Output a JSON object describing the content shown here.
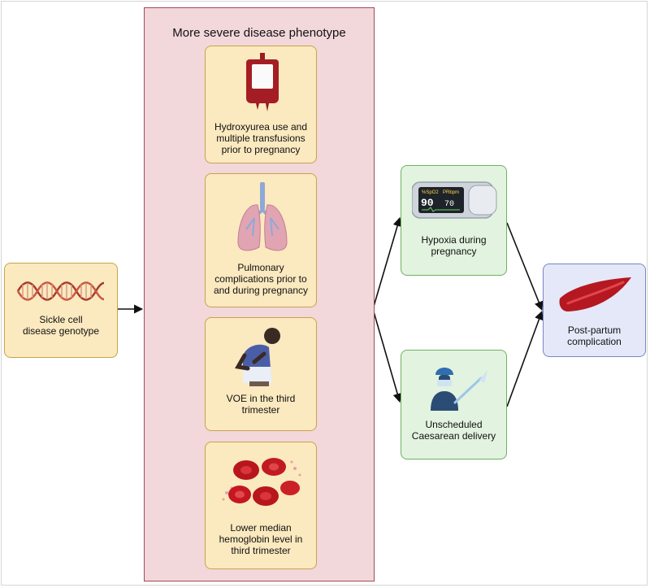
{
  "genotype": {
    "label": "Sickle cell\ndisease genotype"
  },
  "phenotype": {
    "title": "More severe disease phenotype",
    "items": [
      {
        "label": "Hydroxyurea use and\nmultiple transfusions\nprior to pregnancy",
        "icon": "blood-bag-icon"
      },
      {
        "label": "Pulmonary\ncomplications prior to\nand during pregnancy",
        "icon": "lungs-icon"
      },
      {
        "label": "VOE in the third\ntrimester",
        "icon": "person-in-pain-icon"
      },
      {
        "label": "Lower median\nhemoglobin level in\nthird trimester",
        "icon": "red-blood-cells-icon"
      }
    ]
  },
  "hypoxia": {
    "label": "Hypoxia during\npregnancy",
    "oximeter": {
      "spo2_label": "%SpO2",
      "pr_label": "PRbpm",
      "spo2": "90",
      "pr": "70"
    }
  },
  "caesarean": {
    "label": "Unscheduled\nCaesarean delivery"
  },
  "outcome": {
    "label": "Post-partum\ncomplication"
  },
  "colors": {
    "beige": "#fbe9bf",
    "green": "#e2f3df",
    "blue": "#e4e8f8",
    "pink": "#f2d7db"
  }
}
